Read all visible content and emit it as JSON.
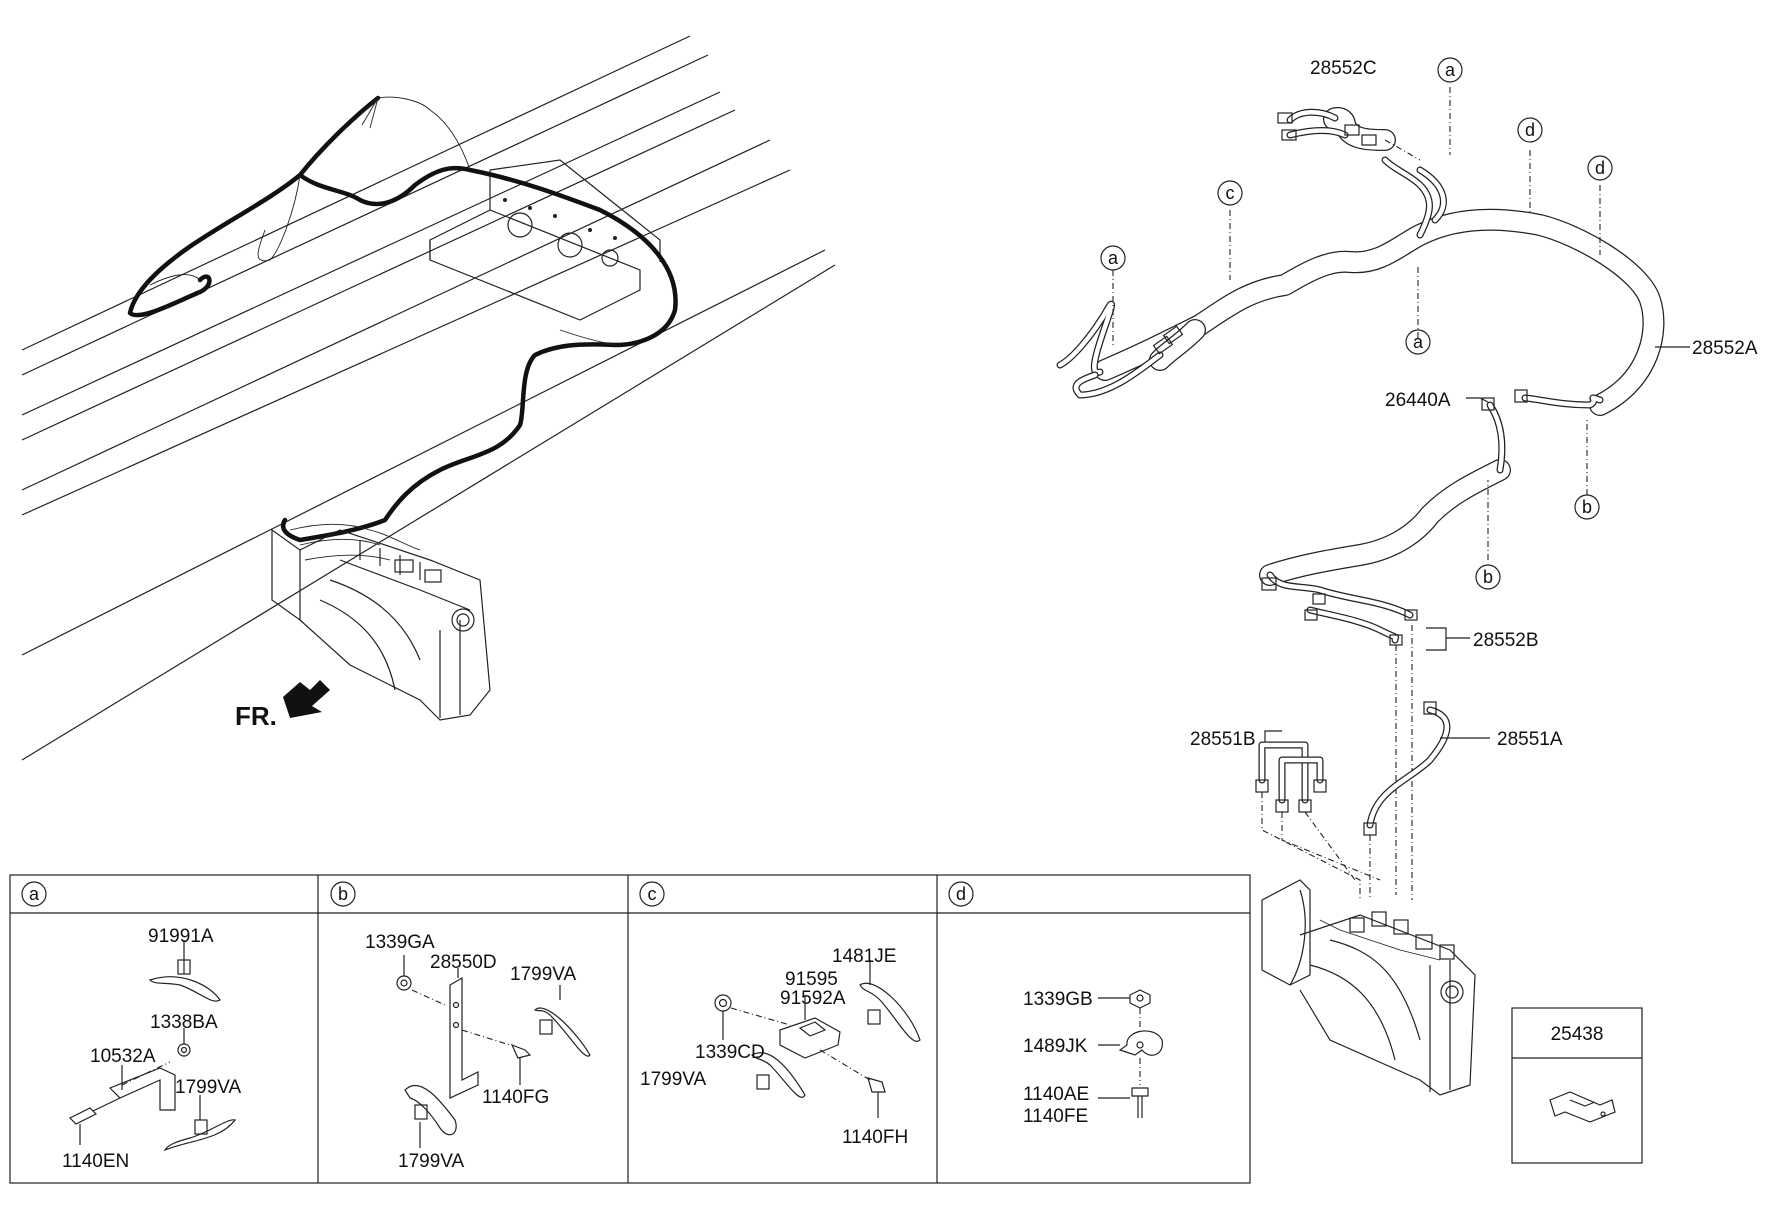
{
  "front_marker": "FR.",
  "callouts": {
    "c28552C": "28552C",
    "c28552A": "28552A",
    "c26440A": "26440A",
    "c28552B": "28552B",
    "c28551B": "28551B",
    "c28551A": "28551A"
  },
  "circle_refs": {
    "a1": "a",
    "a2": "a",
    "a3": "a",
    "b1": "b",
    "b2": "b",
    "c1": "c",
    "d1": "d",
    "d2": "d"
  },
  "panels": [
    {
      "letter": "a",
      "parts": [
        "91991A",
        "1338BA",
        "10532A",
        "1799VA",
        "1140EN"
      ]
    },
    {
      "letter": "b",
      "parts": [
        "1339GA",
        "28550D",
        "1799VA",
        "1140FG",
        "1799VA"
      ]
    },
    {
      "letter": "c",
      "parts": [
        "1481JE",
        "91595",
        "91592A",
        "1339CD",
        "1799VA",
        "1140FH"
      ]
    },
    {
      "letter": "d",
      "parts": [
        "1339GB",
        "1489JK",
        "1140AE",
        "1140FE"
      ]
    }
  ],
  "standalone_part": "25438"
}
